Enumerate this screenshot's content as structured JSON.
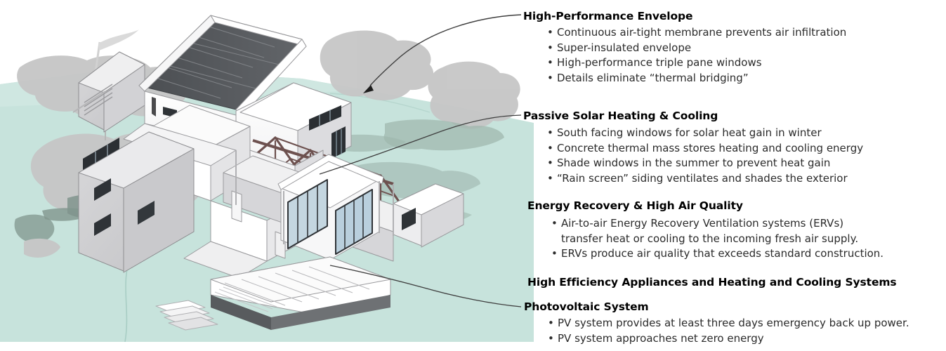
{
  "diagram": {
    "ground_color": "#c7e3dc",
    "tree_canopy_color": "#c6c6c6",
    "tree_shadow_color": "#7d9189",
    "solar_panel_color": "#53565a",
    "truss_color": "#6d514f",
    "wall_color": "#ffffff",
    "wall_shade_color": "#c9c9cc",
    "window_glass_color": "#b9cfdd",
    "leader_line_color": "#3f3f3f"
  },
  "illustration": {
    "alt": "Cutaway axonometric rendering of a passive house showing roof mounted photovoltaic panels, exposed timber roof trusses, interior partition walls, triple pane windows and a deck, set on a green site with tree silhouettes"
  },
  "blocks": [
    {
      "id": "envelope",
      "title": "High-Performance Envelope",
      "has_leader": true,
      "bullets": [
        "Continuous air-tight membrane prevents air infiltration",
        "Super-insulated envelope",
        "High-performance triple pane windows",
        "Details eliminate “thermal bridging”"
      ]
    },
    {
      "id": "passive",
      "title": "Passive Solar Heating & Cooling",
      "has_leader": true,
      "bullets": [
        "South facing windows for solar heat gain in winter",
        "Concrete thermal mass stores heating and cooling energy",
        "Shade windows in the summer to prevent heat gain",
        "“Rain screen” siding ventilates and shades the exterior"
      ]
    },
    {
      "id": "erv",
      "title": "Energy Recovery & High Air Quality",
      "has_leader": false,
      "bullets": [
        "Air-to-air Energy Recovery Ventilation systems (ERVs)",
        "transfer heat or cooling to the incoming fresh air supply.",
        "ERVs produce air quality that exceeds standard construction."
      ],
      "continuation_indexes": [
        1
      ]
    },
    {
      "id": "appliances",
      "title": "High Efficiency Appliances and Heating and Cooling Systems",
      "has_leader": false,
      "bullets": []
    },
    {
      "id": "pv",
      "title": "Photovoltaic System",
      "has_leader": true,
      "bullets": [
        "PV system provides at least three days emergency back up power.",
        "PV system approaches net zero energy"
      ]
    }
  ],
  "bullet_glyph": "•"
}
